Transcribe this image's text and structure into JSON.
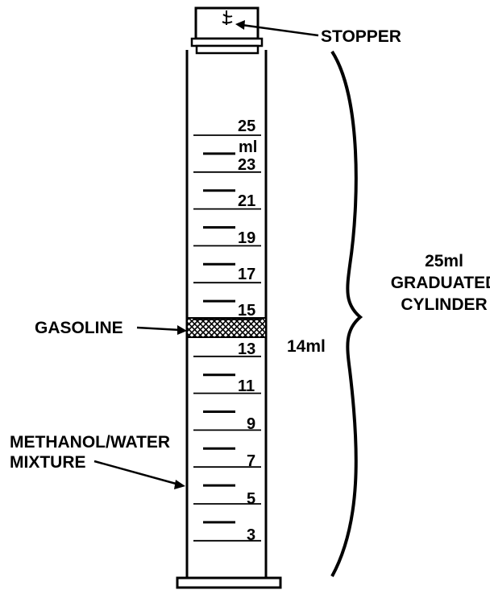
{
  "labels": {
    "stopper": "STOPPER",
    "gasoline": "GASOLINE",
    "mixture_line1": "METHANOL/WATER",
    "mixture_line2": "MIXTURE",
    "cylinder_line1": "25ml",
    "cylinder_line2": "GRADUATED",
    "cylinder_line3": "CYLINDER",
    "volume": "14ml"
  },
  "scale": {
    "unit": "ml",
    "numbers": [
      "25",
      "23",
      "21",
      "19",
      "17",
      "15",
      "13",
      "11",
      "9",
      "7",
      "5",
      "3"
    ]
  }
}
